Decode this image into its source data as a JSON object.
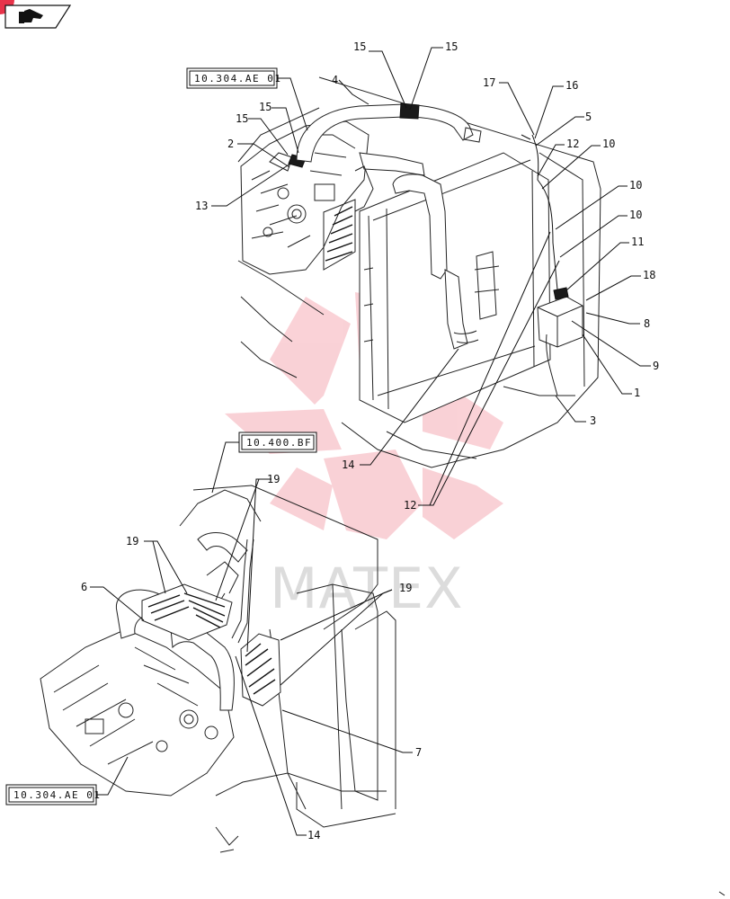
{
  "toolbar": {
    "badge_color": "#e8334a",
    "icon": "hand-pointer-icon"
  },
  "references": {
    "top_left": "10.304.AE 01",
    "middle": "10.400.BF",
    "bottom_left": "10.304.AE 01"
  },
  "watermark": {
    "text": "MATEX",
    "color": "#e8334a"
  },
  "callouts": {
    "c15a": "15",
    "c15b": "15",
    "c15c": "15",
    "c15d": "15",
    "c17": "17",
    "c16": "16",
    "c4": "4",
    "c5": "5",
    "c12a": "12",
    "c10a": "10",
    "c10b": "10",
    "c10c": "10",
    "c11": "11",
    "c18": "18",
    "c8": "8",
    "c9": "9",
    "c1": "1",
    "c3": "3",
    "c2": "2",
    "c13": "13",
    "c14a": "14",
    "c12b": "12",
    "c19a": "19",
    "c19b": "19",
    "c19c": "19",
    "c6": "6",
    "c7": "7",
    "c14b": "14"
  }
}
